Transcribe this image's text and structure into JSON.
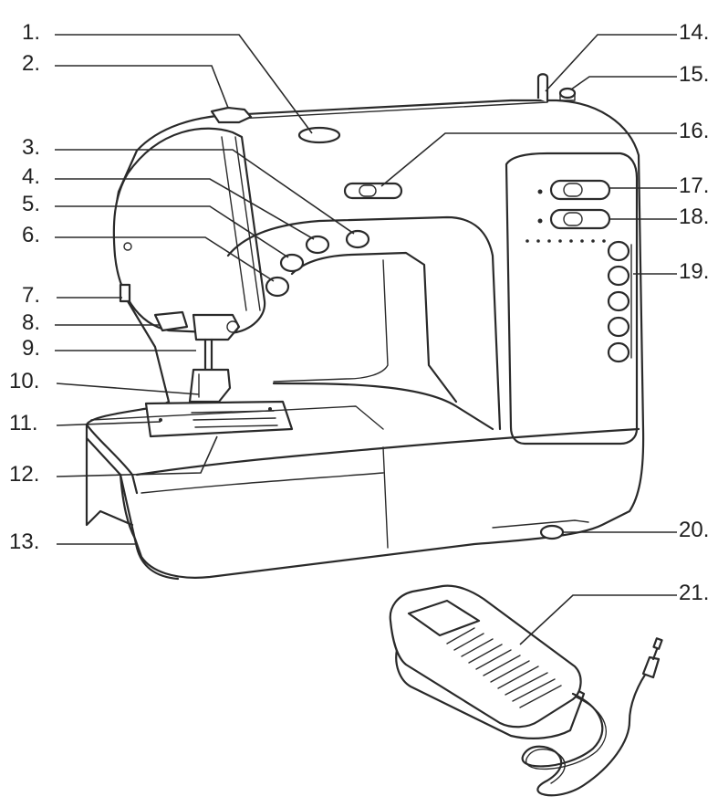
{
  "labels": {
    "l1": "1.",
    "l2": "2.",
    "l3": "3.",
    "l4": "4.",
    "l5": "5.",
    "l6": "6.",
    "l7": "7.",
    "l8": "8.",
    "l9": "9.",
    "l10": "10.",
    "l11": "11.",
    "l12": "12.",
    "l13": "13.",
    "l14": "14.",
    "l15": "15.",
    "l16": "16.",
    "l17": "17.",
    "l18": "18.",
    "l19": "19.",
    "l20": "20.",
    "l21": "21."
  }
}
